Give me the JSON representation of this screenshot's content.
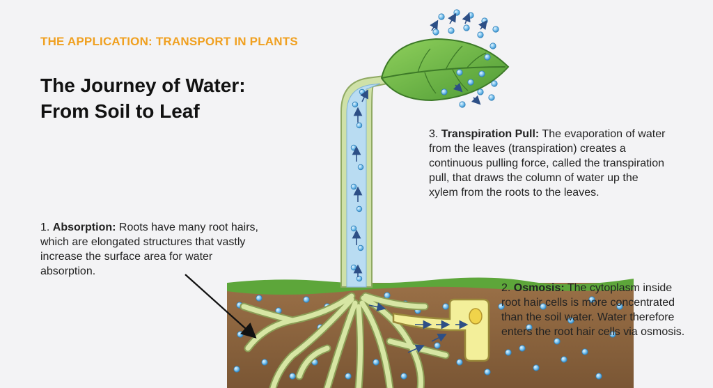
{
  "header": {
    "eyebrow": "THE APPLICATION: TRANSPORT IN PLANTS",
    "title_line1": "The Journey of Water:",
    "title_line2": "From Soil to Leaf"
  },
  "callouts": {
    "absorption": {
      "number": "1.",
      "term": "Absorption:",
      "text": "Roots have many root hairs, which are elongated structures that vastly increase the surface area for water absorption."
    },
    "osmosis": {
      "number": "2.",
      "term": "Osmosis:",
      "text": "The cytoplasm inside root hair cells is more concentrated than the soil water. Water therefore enters the root hair cells via osmosis."
    },
    "transpiration": {
      "number": "3.",
      "term": "Transpiration Pull:",
      "text": "The evaporation of water from the leaves (transpiration) creates a continuous pulling force, called the transpiration pull, that draws the column of water up the xylem from the roots to the leaves."
    }
  },
  "colors": {
    "accent": "#f0a020",
    "soil": "#8c6640",
    "grass": "#5da63a",
    "stem": "#d9e8b5",
    "xylem": "#b9dcf2",
    "leaf": "#6fbb45",
    "water_drop": "#4fa9e0",
    "root_cell": "#f3ef9a",
    "arrow": "#2d4f86"
  },
  "icons": [
    "water-droplet-icon",
    "upward-flow-arrow-icon",
    "pointer-arrow-icon"
  ]
}
